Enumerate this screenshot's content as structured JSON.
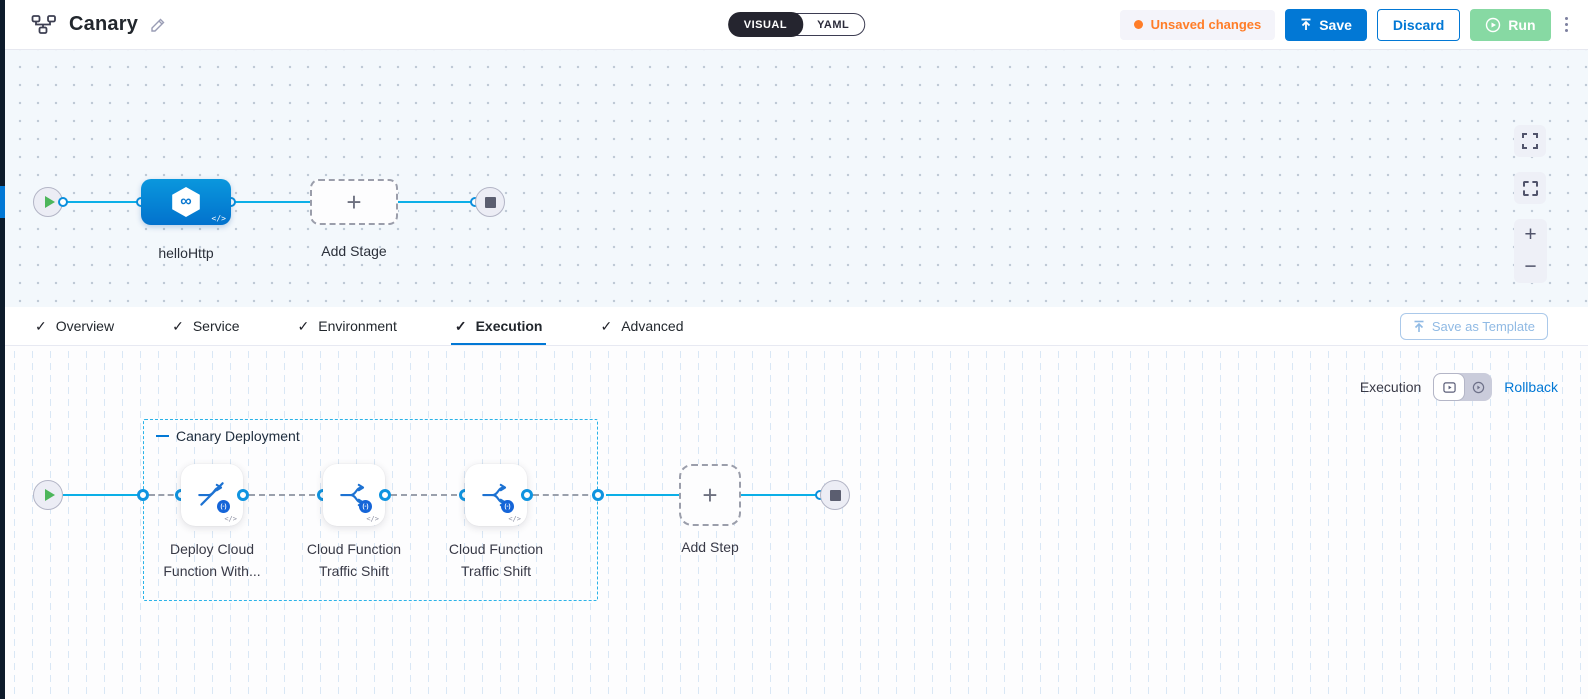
{
  "header": {
    "title": "Canary",
    "mode_toggle": {
      "visual": "VISUAL",
      "yaml": "YAML"
    },
    "unsaved_label": "Unsaved changes",
    "save_label": "Save",
    "discard_label": "Discard",
    "run_label": "Run"
  },
  "stage_canvas": {
    "stage_name": "helloHttp",
    "add_stage_label": "Add Stage"
  },
  "tabs": [
    {
      "label": "Overview",
      "active": false
    },
    {
      "label": "Service",
      "active": false
    },
    {
      "label": "Environment",
      "active": false
    },
    {
      "label": "Execution",
      "active": true
    },
    {
      "label": "Advanced",
      "active": false
    }
  ],
  "save_as_template_label": "Save as Template",
  "execution_panel": {
    "execution_label": "Execution",
    "rollback_label": "Rollback",
    "group_label": "Canary Deployment",
    "steps": [
      {
        "label": "Deploy Cloud Function With..."
      },
      {
        "label": "Cloud Function Traffic Shift"
      },
      {
        "label": "Cloud Function Traffic Shift"
      }
    ],
    "add_step_label": "Add Step"
  },
  "icons": {
    "check": "✓",
    "plus": "+",
    "minus": "−",
    "add": "+",
    "code": "</>",
    "infinity": "∞",
    "gcf_badge": "(-)"
  },
  "colors": {
    "accent_blue": "#0278d5",
    "connector_cyan": "#0bafe7",
    "unsaved_orange": "#ff7d28",
    "run_green": "#87d9a3",
    "group_border_cyan": "#2ab3e8",
    "canvas_top_bg": "#f3f8fc",
    "canvas_bottom_bg": "#fdfdfe"
  }
}
